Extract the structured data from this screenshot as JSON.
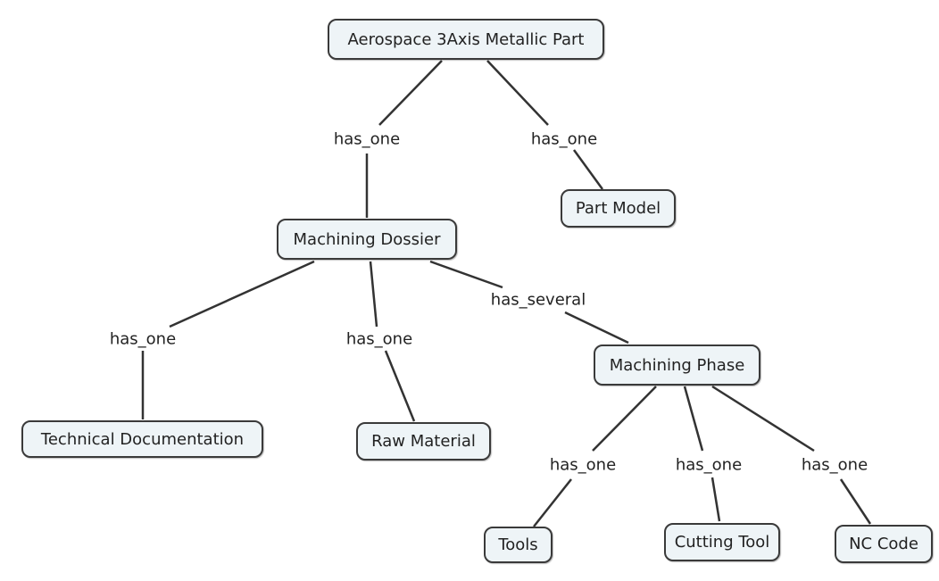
{
  "nodes": [
    {
      "id": "root",
      "text": "Aerospace 3Axis Metallic Part"
    },
    {
      "id": "part-model",
      "text": "Part Model"
    },
    {
      "id": "dossier",
      "text": "Machining Dossier"
    },
    {
      "id": "tech-doc",
      "text": "Technical Documentation"
    },
    {
      "id": "raw-material",
      "text": "Raw Material"
    },
    {
      "id": "phase",
      "text": "Machining Phase"
    },
    {
      "id": "tools",
      "text": "Tools"
    },
    {
      "id": "cutting-tool",
      "text": "Cutting Tool"
    },
    {
      "id": "nc-code",
      "text": "NC Code"
    }
  ],
  "links": [
    {
      "from": "root",
      "to": "dossier",
      "label": "has_one"
    },
    {
      "from": "root",
      "to": "part-model",
      "label": "has_one"
    },
    {
      "from": "dossier",
      "to": "tech-doc",
      "label": "has_one"
    },
    {
      "from": "dossier",
      "to": "raw-material",
      "label": "has_one"
    },
    {
      "from": "dossier",
      "to": "phase",
      "label": "has_several"
    },
    {
      "from": "phase",
      "to": "tools",
      "label": "has_one"
    },
    {
      "from": "phase",
      "to": "cutting-tool",
      "label": "has_one"
    },
    {
      "from": "phase",
      "to": "nc-code",
      "label": "has_one"
    }
  ]
}
